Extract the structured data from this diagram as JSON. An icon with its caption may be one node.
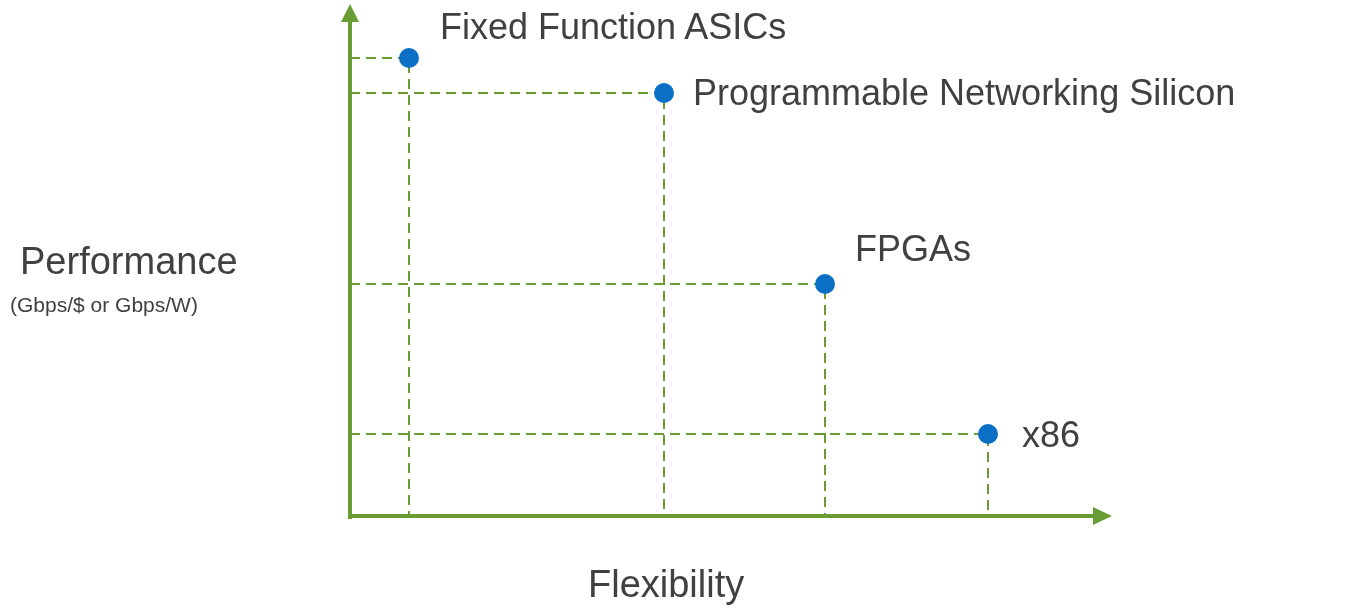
{
  "diagram": {
    "labels": [
      "Fixed Function ASICs",
      "Programmable Networking Silicon",
      "Performance",
      "FPGAs",
      "(Gbps/$ or Gbps/W)",
      "x86",
      "Flexibility"
    ]
  }
}
